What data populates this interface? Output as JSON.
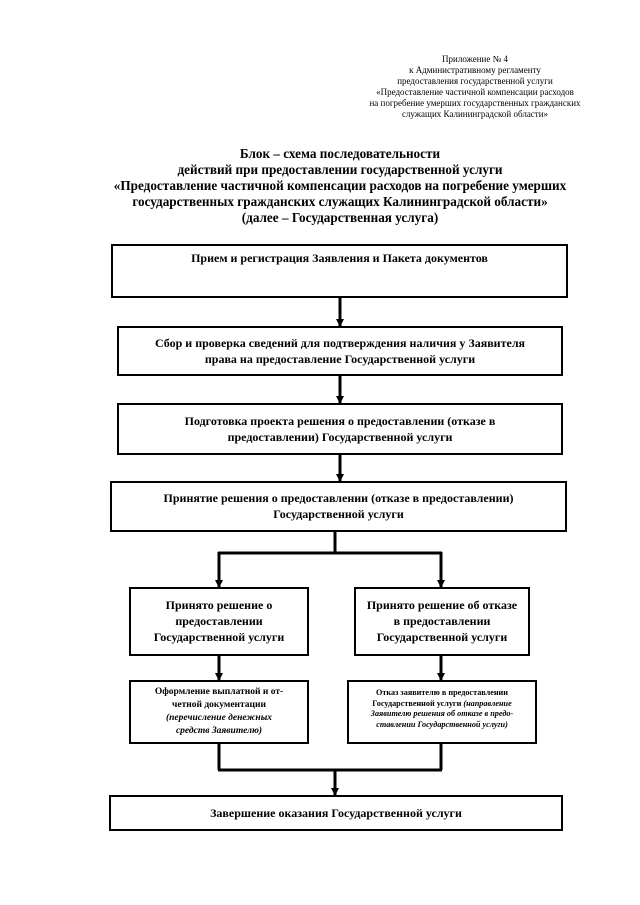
{
  "appendix": {
    "lines": [
      "Приложение № 4",
      "к Административному регламенту",
      "предоставления государственной услуги",
      "«Предоставление частичной компенсации расходов",
      "на погребение умерших государственных гражданских",
      "служащих Калининградской области»"
    ]
  },
  "title": {
    "lines": [
      "Блок – схема последовательности",
      "действий при предоставлении государственной услуги",
      "«Предоставление частичной компенсации расходов на погребение умерших",
      "государственных гражданских служащих Калининградской области»",
      "(далее – Государственная услуга)"
    ]
  },
  "steps": {
    "reception": {
      "lines": [
        "Прием и регистрация Заявления и Пакета документов"
      ]
    },
    "verification": {
      "lines": [
        "Сбор и проверка сведений для подтверждения наличия у Заявителя",
        "права  на предоставление Государственной услуги"
      ]
    },
    "draft": {
      "lines": [
        "Подготовка проекта решения о предоставлении (отказе в",
        "предоставлении) Государственной услуги"
      ]
    },
    "decision": {
      "lines": [
        "Принятие решения о предоставлении (отказе в предоставлении)",
        "Государственной услуги"
      ]
    },
    "approved": {
      "lines": [
        "Принято решение о",
        "предоставлении",
        "Государственной услуги"
      ]
    },
    "refused": {
      "lines": [
        "Принято решение об отказе",
        "в  предоставлении",
        "Государственной услуги"
      ]
    },
    "payment_docs": {
      "lines": [
        "Оформление выплатной и от-",
        "четной документации"
      ],
      "note_lines": [
        "(перечисление денежных",
        "средств Заявителю)"
      ]
    },
    "refusal_notice": {
      "lines": [
        "Отказ заявителю в предоставлении"
      ],
      "mixed_line": {
        "normal": "Государственной услуги ",
        "italic": "(направление"
      },
      "note_lines": [
        "Заявителю решения об отказе в предо-",
        "ставлении Государственной услуги)"
      ]
    },
    "completion": {
      "lines": [
        "Завершение оказания Государственной услуги"
      ]
    }
  }
}
